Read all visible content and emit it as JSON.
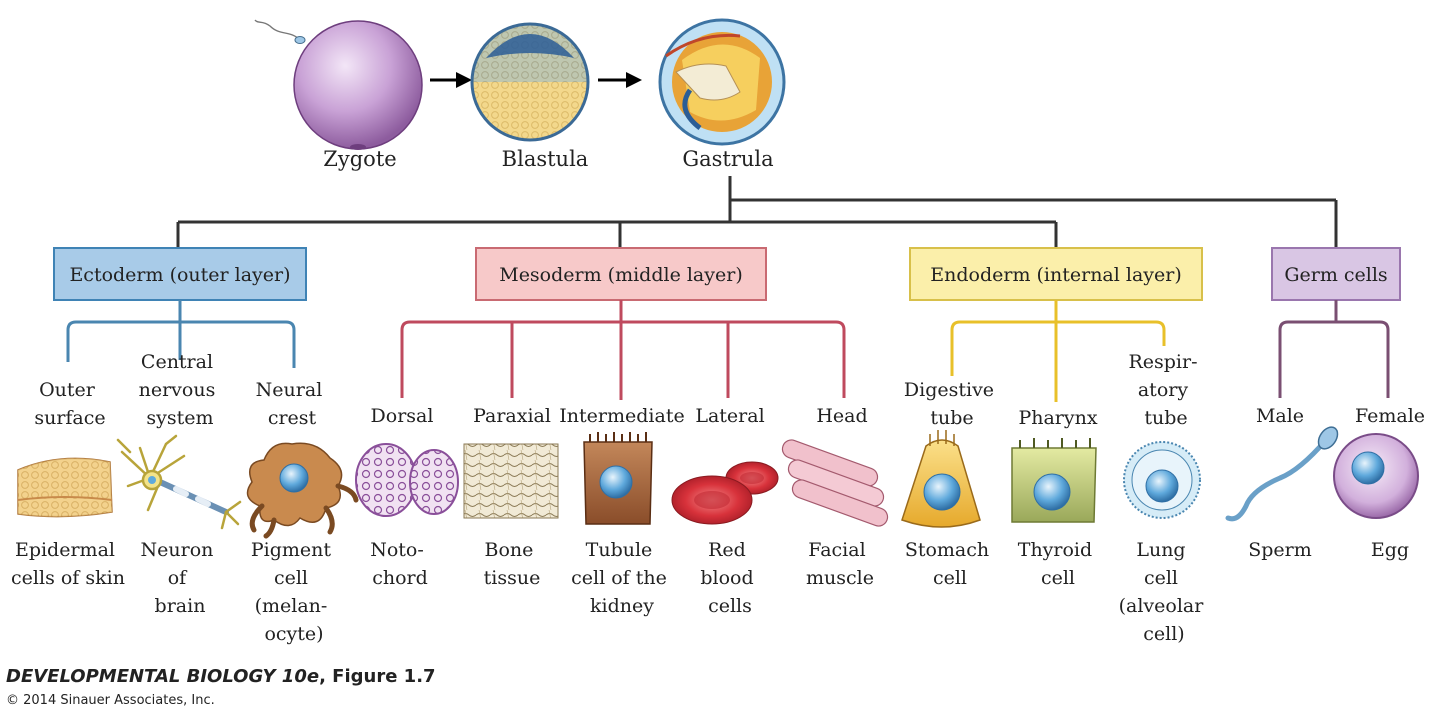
{
  "colors": {
    "ectoderm_box": "#a8cbe8",
    "ectoderm_border": "#3f83b5",
    "ectoderm_line": "#4a86b0",
    "mesoderm_box": "#f7c9c9",
    "mesoderm_border": "#c96a72",
    "mesoderm_line": "#bf4a5e",
    "endoderm_box": "#fbefaa",
    "endoderm_border": "#d8c04a",
    "endoderm_line": "#e8c02a",
    "germ_box": "#d9c6e4",
    "germ_border": "#9a76ae",
    "germ_line": "#7a4f72",
    "trunk_line": "#333333"
  },
  "stages": [
    {
      "label": "Zygote",
      "icon": "zygote-icon"
    },
    {
      "label": "Blastula",
      "icon": "blastula-icon"
    },
    {
      "label": "Gastrula",
      "icon": "gastrula-icon"
    }
  ],
  "layers": [
    {
      "name": "Ectoderm (outer layer)",
      "branches": [
        {
          "region": [
            "Outer",
            "surface"
          ],
          "cell": [
            "Epidermal",
            "cells of skin"
          ],
          "icon": "epidermal-cells-icon"
        },
        {
          "region": [
            "Central",
            "nervous",
            "system"
          ],
          "cell": [
            "Neuron",
            "of",
            "brain"
          ],
          "icon": "neuron-icon"
        },
        {
          "region": [
            "Neural",
            "crest"
          ],
          "cell": [
            "Pigment",
            "cell",
            "(melan-",
            "ocyte)"
          ],
          "icon": "pigment-cell-icon"
        }
      ]
    },
    {
      "name": "Mesoderm (middle layer)",
      "branches": [
        {
          "region": [
            "Dorsal"
          ],
          "cell": [
            "Noto-",
            "chord"
          ],
          "icon": "notochord-icon"
        },
        {
          "region": [
            "Paraxial"
          ],
          "cell": [
            "Bone",
            "tissue"
          ],
          "icon": "bone-tissue-icon"
        },
        {
          "region": [
            "Intermediate"
          ],
          "cell": [
            "Tubule",
            "cell of the",
            "kidney"
          ],
          "icon": "kidney-tubule-cell-icon"
        },
        {
          "region": [
            "Lateral"
          ],
          "cell": [
            "Red",
            "blood",
            "cells"
          ],
          "icon": "red-blood-cells-icon"
        },
        {
          "region": [
            "Head"
          ],
          "cell": [
            "Facial",
            "muscle"
          ],
          "icon": "facial-muscle-icon"
        }
      ]
    },
    {
      "name": "Endoderm (internal layer)",
      "branches": [
        {
          "region": [
            "Digestive",
            "tube"
          ],
          "cell": [
            "Stomach",
            "cell"
          ],
          "icon": "stomach-cell-icon"
        },
        {
          "region": [
            "Pharynx"
          ],
          "cell": [
            "Thyroid",
            "cell"
          ],
          "icon": "thyroid-cell-icon"
        },
        {
          "region": [
            "Respir-",
            "atory",
            "tube"
          ],
          "cell": [
            "Lung",
            "cell",
            "(alveolar",
            "cell)"
          ],
          "icon": "lung-cell-icon"
        }
      ]
    },
    {
      "name": "Germ cells",
      "branches": [
        {
          "region": [
            "Male"
          ],
          "cell": [
            "Sperm"
          ],
          "icon": "sperm-icon"
        },
        {
          "region": [
            "Female"
          ],
          "cell": [
            "Egg"
          ],
          "icon": "egg-icon"
        }
      ]
    }
  ],
  "footer": {
    "title_italic": "DEVELOPMENTAL BIOLOGY 10e",
    "title_rest": ", Figure 1.7",
    "copyright": "© 2014 Sinauer Associates, Inc."
  }
}
